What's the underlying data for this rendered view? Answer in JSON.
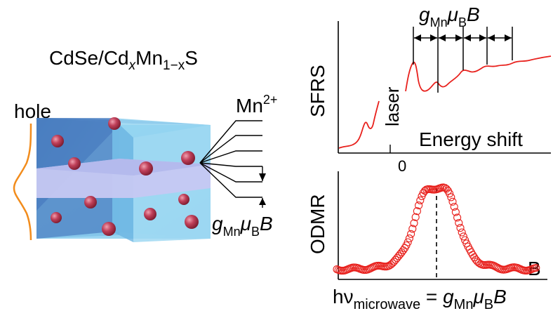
{
  "left_panel": {
    "material": {
      "base": "CdSe/Cd",
      "sub1": "x",
      "mid": "Mn",
      "sub2": "1−x",
      "end": "S"
    },
    "hole_label": "hole",
    "ion": {
      "base": "Mn",
      "sup": "2+"
    },
    "splitting": {
      "g": "g",
      "g_sub": "Mn",
      "mu": "μ",
      "mu_sub": "B",
      "b": "B"
    }
  },
  "sfrs_panel": {
    "ylabel": "SFRS",
    "xlabel": "Energy shift",
    "laser_label": "laser",
    "zero_tick": "0",
    "spacing": {
      "g": "g",
      "g_sub": "Mn",
      "mu": "μ",
      "mu_sub": "B",
      "b": "B"
    }
  },
  "odmr_panel": {
    "ylabel": "ODMR",
    "xlabel": "B"
  },
  "formula": {
    "h": "hν",
    "sub": "microwave",
    "eq": " = ",
    "g": "g",
    "g_sub": "Mn",
    "mu": "μ",
    "mu_sub": "B",
    "b": "B"
  },
  "colors": {
    "spectrum": "#e8201c",
    "hole": "#f28c1c",
    "cube_dark": "#4a7fc0",
    "cube_light": "#9fd8f2",
    "layer": "#c6c8f2",
    "sphere": "#b03048"
  }
}
